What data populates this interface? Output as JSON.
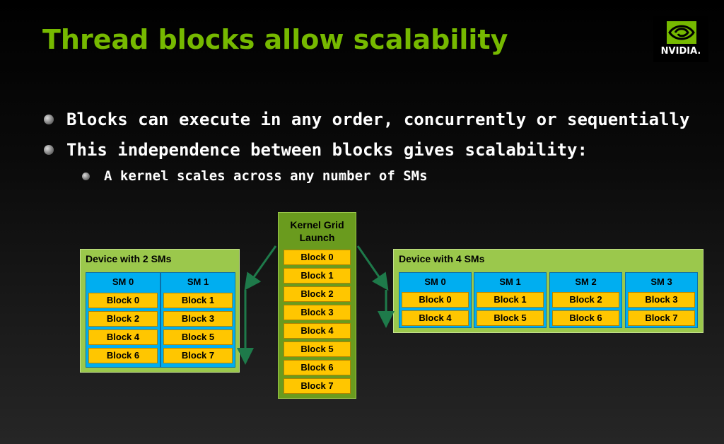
{
  "title": "Thread blocks allow scalability",
  "logo": {
    "text": "NVIDIA."
  },
  "bullets": [
    "Blocks can execute in any order, concurrently or sequentially",
    "This independence between blocks gives scalability:"
  ],
  "sub_bullets": [
    "A kernel scales across any number of SMs"
  ],
  "kernel_grid": {
    "title_line1": "Kernel Grid",
    "title_line2": "Launch",
    "blocks": [
      "Block 0",
      "Block 1",
      "Block 2",
      "Block 3",
      "Block 4",
      "Block 5",
      "Block 6",
      "Block 7"
    ]
  },
  "device2": {
    "title": "Device with 2 SMs",
    "sms": [
      {
        "name": "SM 0",
        "blocks": [
          "Block 0",
          "Block 2",
          "Block 4",
          "Block 6"
        ]
      },
      {
        "name": "SM 1",
        "blocks": [
          "Block 1",
          "Block 3",
          "Block 5",
          "Block 7"
        ]
      }
    ]
  },
  "device4": {
    "title": "Device with 4 SMs",
    "sms": [
      {
        "name": "SM 0",
        "blocks": [
          "Block 0",
          "Block 4"
        ]
      },
      {
        "name": "SM 1",
        "blocks": [
          "Block 1",
          "Block 5"
        ]
      },
      {
        "name": "SM 2",
        "blocks": [
          "Block 2",
          "Block 6"
        ]
      },
      {
        "name": "SM 3",
        "blocks": [
          "Block 3",
          "Block 7"
        ]
      }
    ]
  },
  "colors": {
    "accent": "#76b900",
    "device": "#9bc84c",
    "sm": "#00aef0",
    "block": "#ffc600",
    "arrow": "#1e7a4a"
  }
}
